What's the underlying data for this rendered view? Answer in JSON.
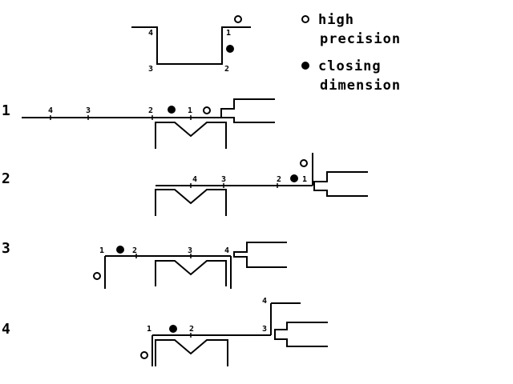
{
  "legend": {
    "high_precision": [
      "high",
      "precision"
    ],
    "closing_dimension": [
      "closing",
      "dimension"
    ]
  },
  "top_profile": {
    "labels": [
      "4",
      "1",
      "3",
      "2"
    ]
  },
  "steps": [
    {
      "number": "1",
      "labels": [
        "4",
        "3",
        "2",
        "1"
      ]
    },
    {
      "number": "2",
      "labels": [
        "4",
        "3",
        "2",
        "1"
      ]
    },
    {
      "number": "3",
      "labels": [
        "1",
        "2",
        "3",
        "4"
      ]
    },
    {
      "number": "4",
      "labels": [
        "1",
        "2",
        "3",
        "4"
      ]
    }
  ]
}
